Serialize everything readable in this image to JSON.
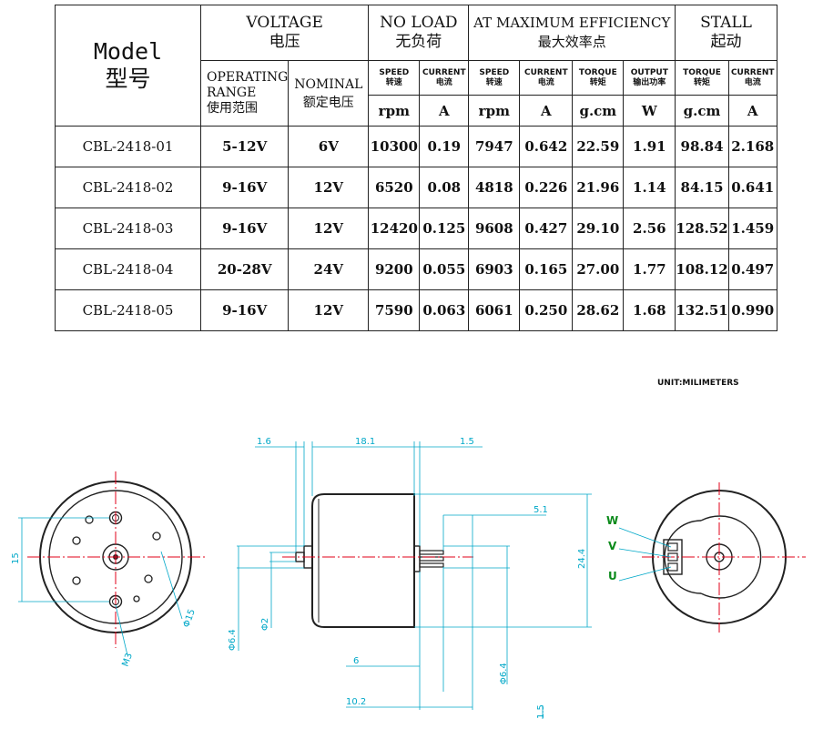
{
  "table": {
    "model_header": "Model",
    "model_header_cn": "型号",
    "voltage": {
      "title": "VOLTAGE",
      "title_cn": "电压",
      "operating_l1": "OPERATING",
      "operating_l2": "RANGE",
      "operating_cn": "使用范围",
      "nominal": "NOMINAL",
      "nominal_cn": "额定电压"
    },
    "no_load": {
      "title": "NO LOAD",
      "title_cn": "无负荷"
    },
    "max_eff": {
      "title": "AT MAXIMUM EFFICIENCY",
      "title_cn": "最大效率点"
    },
    "stall": {
      "title": "STALL",
      "title_cn": "起动"
    },
    "sub": {
      "speed": "SPEED",
      "speed_cn": "转速",
      "current": "CURRENT",
      "current_cn": "电流",
      "torque": "TORQUE",
      "torque_cn": "转矩",
      "output": "OUTPUT",
      "output_cn": "输出功率"
    },
    "units": {
      "rpm": "rpm",
      "a": "A",
      "gcm": "g.cm",
      "w": "W"
    },
    "rows": [
      [
        "CBL-2418-01",
        "5-12V",
        "6V",
        "10300",
        "0.19",
        "7947",
        "0.642",
        "22.59",
        "1.91",
        "98.84",
        "2.168"
      ],
      [
        "CBL-2418-02",
        "9-16V",
        "12V",
        "6520",
        "0.08",
        "4818",
        "0.226",
        "21.96",
        "1.14",
        "84.15",
        "0.641"
      ],
      [
        "CBL-2418-03",
        "9-16V",
        "12V",
        "12420",
        "0.125",
        "9608",
        "0.427",
        "29.10",
        "2.56",
        "128.52",
        "1.459"
      ],
      [
        "CBL-2418-04",
        "20-28V",
        "24V",
        "9200",
        "0.055",
        "6903",
        "0.165",
        "27.00",
        "1.77",
        "108.12",
        "0.497"
      ],
      [
        "CBL-2418-05",
        "9-16V",
        "12V",
        "7590",
        "0.063",
        "6061",
        "0.250",
        "28.62",
        "1.68",
        "132.51",
        "0.990"
      ]
    ]
  },
  "unit_note": "UNIT:MILIMETERS",
  "drawing": {
    "dims": {
      "d16": "1.6",
      "d181": "18.1",
      "d15a": "1.5",
      "d51": "5.1",
      "d244": "24.4",
      "d15": "15",
      "d64a": "Φ6.4",
      "d2": "Φ2",
      "d6": "6",
      "d102": "10.2",
      "d64b": "Φ6.4",
      "d15b": "1.5",
      "dm3": "M3",
      "dphi15": "Φ15"
    },
    "terminals": {
      "w": "W",
      "v": "V",
      "u": "U"
    },
    "colors": {
      "dimension": "#00a8c8",
      "centerline": "#e0001a",
      "terminal_label": "#0a8a1a",
      "outline": "#222222"
    }
  }
}
